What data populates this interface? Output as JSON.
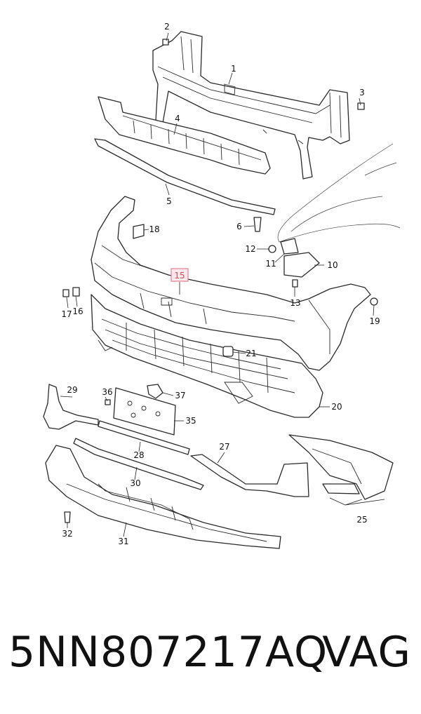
{
  "diagram": {
    "callouts": [
      "1",
      "2",
      "3",
      "4",
      "5",
      "6",
      "10",
      "11",
      "12",
      "13",
      "15",
      "16",
      "17",
      "18",
      "19",
      "20",
      "21",
      "25",
      "27",
      "28",
      "29",
      "30",
      "31",
      "32",
      "35",
      "36",
      "37"
    ],
    "highlighted": "15"
  },
  "caption": {
    "part_number": "5NN807217AQ",
    "brand": "VAG"
  }
}
